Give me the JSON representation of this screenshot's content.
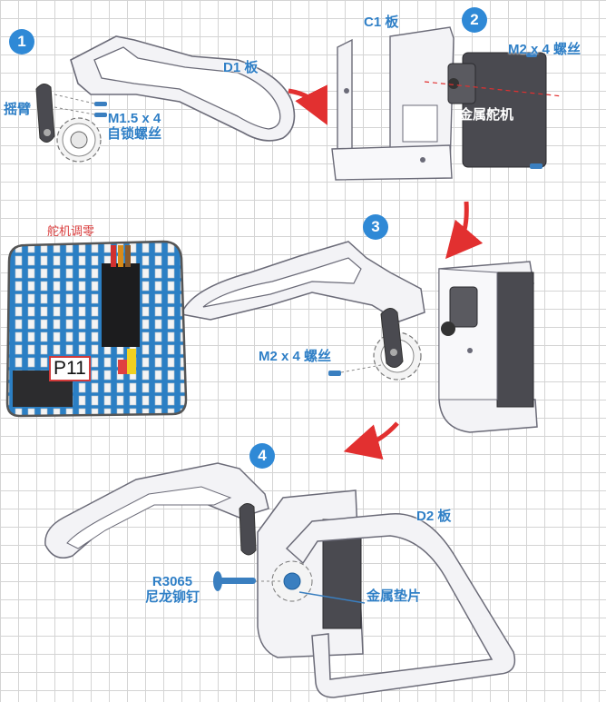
{
  "steps": {
    "s1": "1",
    "s2": "2",
    "s3": "3",
    "s4": "4"
  },
  "labels": {
    "arm": "摇臂",
    "m15_line1": "M1.5 x 4",
    "m15_line2": "自锁螺丝",
    "d1_plate": "D1 板",
    "c1_plate": "C1 板",
    "m2_top": "M2 x 4 螺丝",
    "metal_servo": "金属舵机",
    "servo_zero": "舵机调零",
    "pin": "P11",
    "m2_step3": "M2 x 4 螺丝",
    "d2_plate": "D2 板",
    "r3065_line1": "R3065",
    "r3065_line2": "尼龙铆钉",
    "metal_washer": "金属垫片"
  },
  "colors": {
    "label_blue": "#2f7fc6",
    "step_blue": "#2f89d6",
    "arrow_red": "#e23030",
    "plate_fill": "#f3f3f6",
    "plate_edge": "#6b6b78",
    "servo_dark": "#4a4a50",
    "pcb_blue": "#2b7fc4"
  },
  "icons": {
    "arrow": "red-curved-arrow",
    "screw": "screw-icon",
    "gear": "gear-icon"
  }
}
